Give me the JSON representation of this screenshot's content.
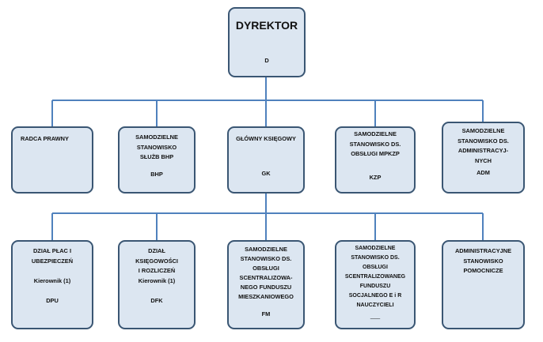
{
  "director": {
    "title": "DYREKTOR",
    "code": "D"
  },
  "level2": [
    {
      "name": "radca-prawny",
      "title": "RADCA PRAWNY",
      "code": ""
    },
    {
      "name": "samodzielne-stanowisko-bhp",
      "title": "SAMODZIELNE\nSTANOWISKO\nSŁUŻB BHP",
      "code": "BHP"
    },
    {
      "name": "glowny-ksiegowy",
      "title": "GŁÓWNY KSIĘGOWY",
      "code": "GK"
    },
    {
      "name": "samodzielne-stanowisko-mpkzp",
      "title": "SAMODZIELNE\nSTANOWISKO DS.\nOBSŁUGI MPKZP",
      "code": "KZP"
    },
    {
      "name": "samodzielne-stanowisko-administracyjne",
      "title": "SAMODZIELNE\nSTANOWISKO DS.\nADMINISTRACYJ-\nNYCH",
      "code": "ADM"
    }
  ],
  "level3": [
    {
      "name": "dzial-plac-i-ubezpieczen",
      "title": "DZIAŁ PŁAC I\nUBEZPIECZEŃ\n\nKierownik (1)\n\nDPU",
      "code": ""
    },
    {
      "name": "dzial-ksiegowosci-i-rozliczen",
      "title": "DZIAŁ\nKSIĘGOWOŚCI\nI ROZLICZEŃ\nKierownik (1)\n\nDFK",
      "code": ""
    },
    {
      "name": "samodzielne-stanowisko-fm",
      "title": "SAMODZIELNE\nSTANOWISKO DS.\nOBSŁUGI\nSCENTRALIZOWA-\nNEGO FUNDUSZU\nMIESZKANIOWEGO",
      "code": "FM"
    },
    {
      "name": "samodzielne-stanowisko-zfss",
      "title": "SAMODZIELNE\nSTANOWISKO DS.\nOBSŁUGI\nSCENTRALIZOWANEG\nFUNDUSZU\nSOCJALNEGO E i R\nNAUCZYCIELI",
      "code": "___"
    },
    {
      "name": "administracyjne-stanowisko-pomocnicze",
      "title": "ADMINISTRACYJNE\nSTANOWISKO\nPOMOCNICZE",
      "code": ""
    }
  ],
  "colors": {
    "box_fill": "#dce6f1",
    "box_border": "#3a5673",
    "connector": "#4f81bd"
  }
}
